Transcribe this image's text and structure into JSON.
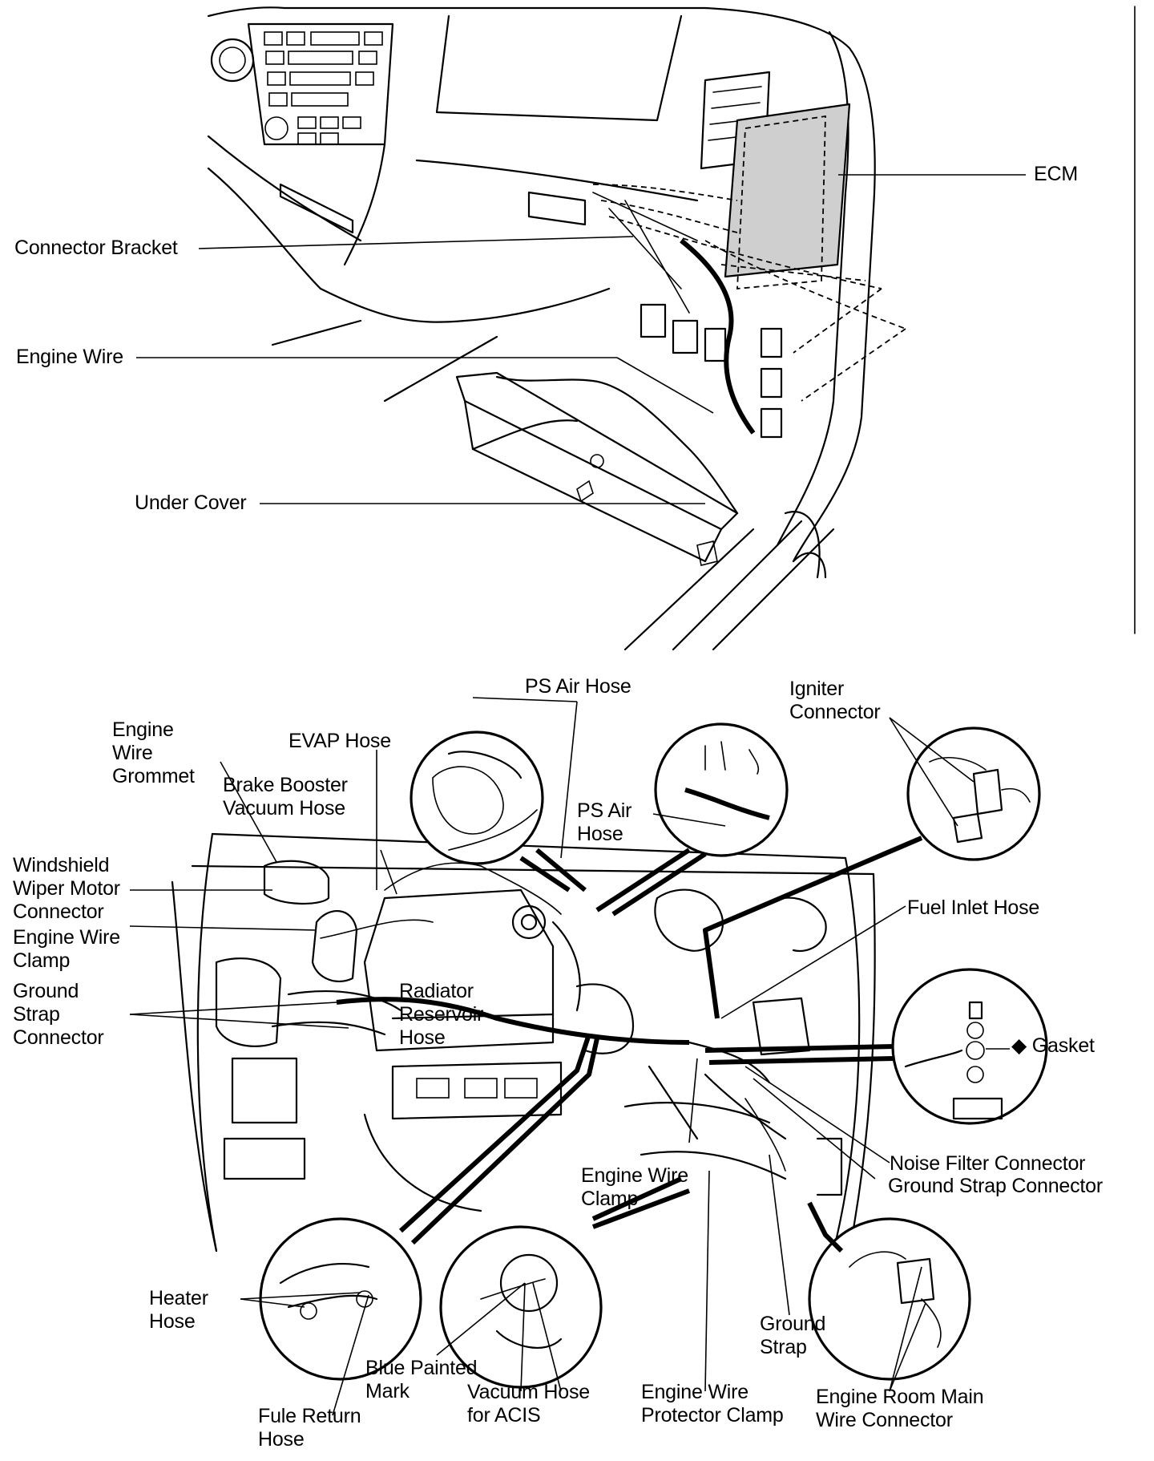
{
  "top_view": {
    "labels": {
      "ecm": "ECM",
      "connector_bracket": "Connector Bracket",
      "engine_wire": "Engine Wire",
      "under_cover": "Under Cover"
    }
  },
  "engine_view": {
    "labels": {
      "ps_air_hose_top": "PS Air Hose",
      "igniter_connector": "Igniter\nConnector",
      "engine_wire_grommet": "Engine\nWire\nGrommet",
      "evap_hose": "EVAP Hose",
      "brake_booster_vacuum_hose": "Brake Booster\nVacuum Hose",
      "ps_air_hose_inset": "PS Air\nHose",
      "windshield_wiper_motor_connector": "Windshield\nWiper Motor\nConnector",
      "engine_wire_clamp_left": "Engine Wire\nClamp",
      "ground_strap_connector_left": "Ground\nStrap\nConnector",
      "radiator_reservoir_hose": "Radiator\nReservoir\nHose",
      "fuel_inlet_hose": "Fuel Inlet Hose",
      "gasket": "◆ Gasket",
      "noise_filter_connector": "Noise Filter Connector",
      "ground_strap_connector_right": "Ground Strap Connector",
      "engine_wire_clamp_center": "Engine Wire\nClamp",
      "heater_hose": "Heater\nHose",
      "ground_strap": "Ground\nStrap",
      "blue_painted_mark": "Blue Painted\nMark",
      "vacuum_hose_for_acis": "Vacuum Hose\nfor ACIS",
      "engine_wire_protector_clamp": "Engine Wire\nProtector Clamp",
      "engine_room_main_wire_connector": "Engine Room Main\nWire Connector",
      "fule_return_hose": "Fule Return\nHose"
    }
  }
}
